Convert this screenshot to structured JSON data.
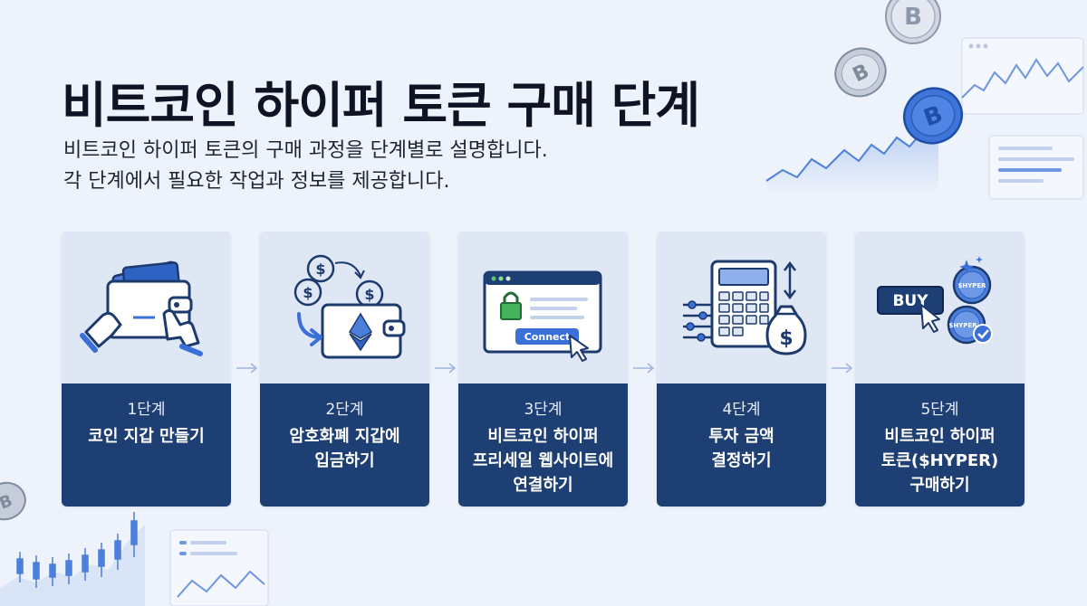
{
  "title": "비트코인 하이퍼 토큰 구매 단계",
  "subtitle": [
    "비트코인 하이퍼 토큰의 구매 과정을 단계별로 설명합니다.",
    "각 단계에서 필요한 작업과 정보를 제공합니다."
  ],
  "steps": [
    {
      "num": "1단계",
      "lines": [
        "코인 지갑 만들기"
      ],
      "icon": "wallet-hand-icon"
    },
    {
      "num": "2단계",
      "lines": [
        "암호화폐 지갑에",
        "입금하기"
      ],
      "icon": "coin-deposit-wallet-icon"
    },
    {
      "num": "3단계",
      "lines": [
        "비트코인 하이퍼",
        "프리세일 웹사이트에",
        "연결하기"
      ],
      "icon": "browser-connect-icon",
      "button": "Connect"
    },
    {
      "num": "4단계",
      "lines": [
        "투자 금액",
        "결정하기"
      ],
      "icon": "calculator-money-icon"
    },
    {
      "num": "5단계",
      "lines": [
        "비트코인 하이퍼",
        "토큰($HYPER)",
        "구매하기"
      ],
      "icon": "buy-token-icon",
      "button": "BUY",
      "coin_text": "$HYPER"
    }
  ],
  "colors": {
    "background": "#eef3fb",
    "card": "#dfe7f4",
    "label": "#1e3f73",
    "accent": "#3b6fd8",
    "title": "#0d1424"
  }
}
